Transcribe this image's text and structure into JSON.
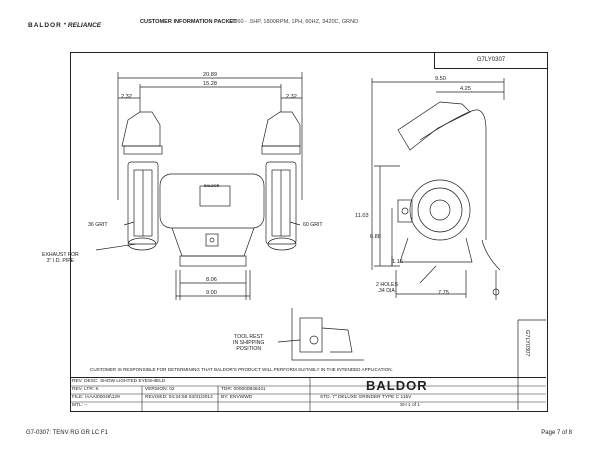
{
  "header": {
    "brand": "BALDOR",
    "brand_sub": "RELIANCE",
    "packet_title": "CUSTOMER INFORMATION PACKET",
    "description": "73060 - .5HP, 1800RPM, 1PH, 60HZ, 3420C, GRND"
  },
  "drawing": {
    "number": "G7LY0307",
    "side_number": "G7LY0307",
    "dims": {
      "overall_width": "20.89",
      "wheel_span": "15.28",
      "left_offset": "2.32",
      "right_offset": "2.32",
      "depth": "9.50",
      "half_depth": "4.25",
      "height": "11.03",
      "shaft_height": "6.88",
      "base_height": "1.16",
      "base_inner": "8.06",
      "base_outer": "9.00",
      "base_depth": "7.75"
    },
    "labels": {
      "grit_left": "36 GRIT",
      "grit_right": "60 GRIT",
      "exhaust": "EXHAUST FOR\n3\" I.D. PIPE",
      "holes": "2 HOLES\n.34 DIA.",
      "tool_rest": "TOOL REST\nIN SHIPPING\nPOSITION",
      "motor_badge": "BALDOR"
    }
  },
  "disclaimer": "CUSTOMER IS RESPONSIBLE FOR DETERMINING THAT BALDOR'S PRODUCT WILL PERFORM SUITABLY IN THE INTENDED APPLICATION.",
  "title_block": {
    "rev_desc": "REV. DESC: SHOW LIGHTED EYESHIELD",
    "rev_ltr": "REV. LTR: K",
    "version": "VERSION: 02",
    "file": "FILE: \\AAA\\00046\\129",
    "revised": "REVISED: 04:24:58 03/31/2014",
    "mtl": "MTL: --",
    "tdr": "TDR: 000000846441",
    "by": "BY: ENVWWD",
    "company": "BALDOR",
    "title": "STD. 7\" DELUXE GRINDER  TYPE C  115V",
    "sheet": "SH 1 of 1"
  },
  "footer": {
    "left": "G7-0307: TENV RG GR LC  F1",
    "right": "Page 7 of 8"
  }
}
